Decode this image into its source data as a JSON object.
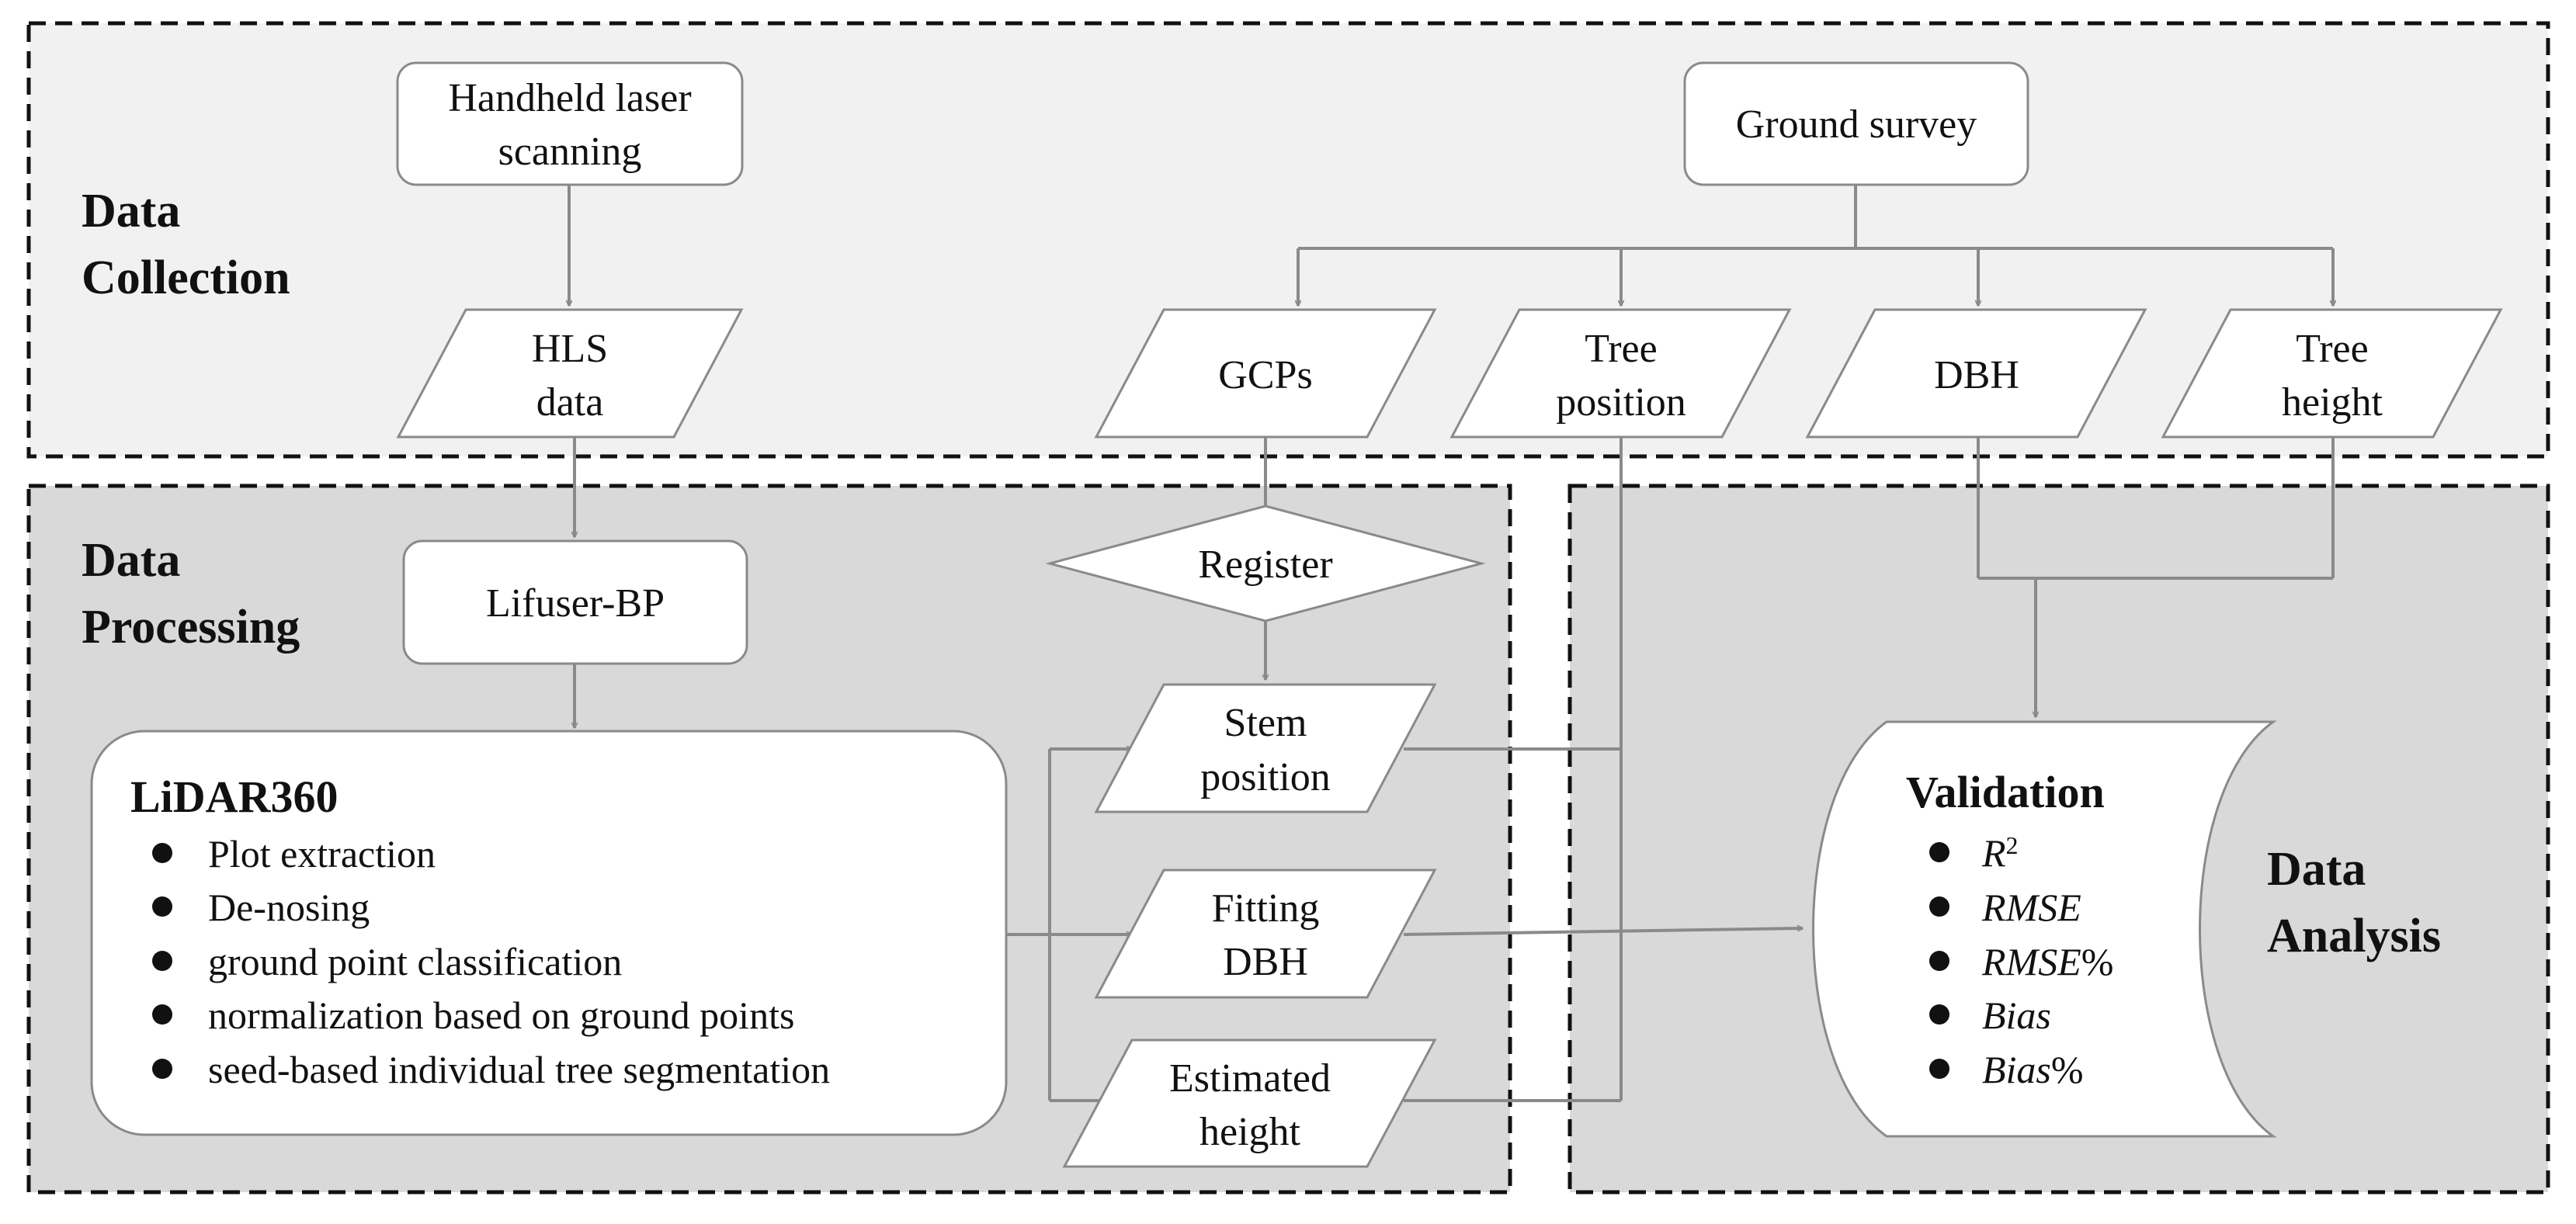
{
  "sections": {
    "collection": [
      "Data",
      "Collection"
    ],
    "processing": [
      "Data",
      "Processing"
    ],
    "analysis": [
      "Data",
      "Analysis"
    ]
  },
  "nodes": {
    "handheld": [
      "Handheld laser",
      "scanning"
    ],
    "ground_survey": "Ground survey",
    "hls_data": [
      "HLS",
      "data"
    ],
    "gcps": "GCPs",
    "tree_position": [
      "Tree",
      "position"
    ],
    "dbh": "DBH",
    "tree_height": [
      "Tree",
      "height"
    ],
    "lifuser": "Lifuser-BP",
    "register": "Register",
    "stem_position": [
      "Stem",
      "position"
    ],
    "fitting_dbh": [
      "Fitting",
      "DBH"
    ],
    "estimated_height": [
      "Estimated",
      "height"
    ]
  },
  "lidar360": {
    "title": "LiDAR360",
    "items": [
      "Plot extraction",
      "De-nosing",
      "ground point classification",
      "normalization based on ground points",
      "seed-based individual tree segmentation"
    ]
  },
  "validation": {
    "title": "Validation",
    "metrics": [
      {
        "main": "R",
        "suffix": "2"
      },
      {
        "main": "RMSE",
        "suffix": ""
      },
      {
        "main": "RMSE",
        "suffix": "%"
      },
      {
        "main": "Bias",
        "suffix": ""
      },
      {
        "main": "Bias",
        "suffix": "%"
      }
    ]
  },
  "colors": {
    "collection_bg": "#f1f1f1",
    "processing_bg": "#d9d9d9",
    "analysis_bg": "#d9d9d9",
    "connector": "#8a8a8a",
    "border": "#111111"
  }
}
